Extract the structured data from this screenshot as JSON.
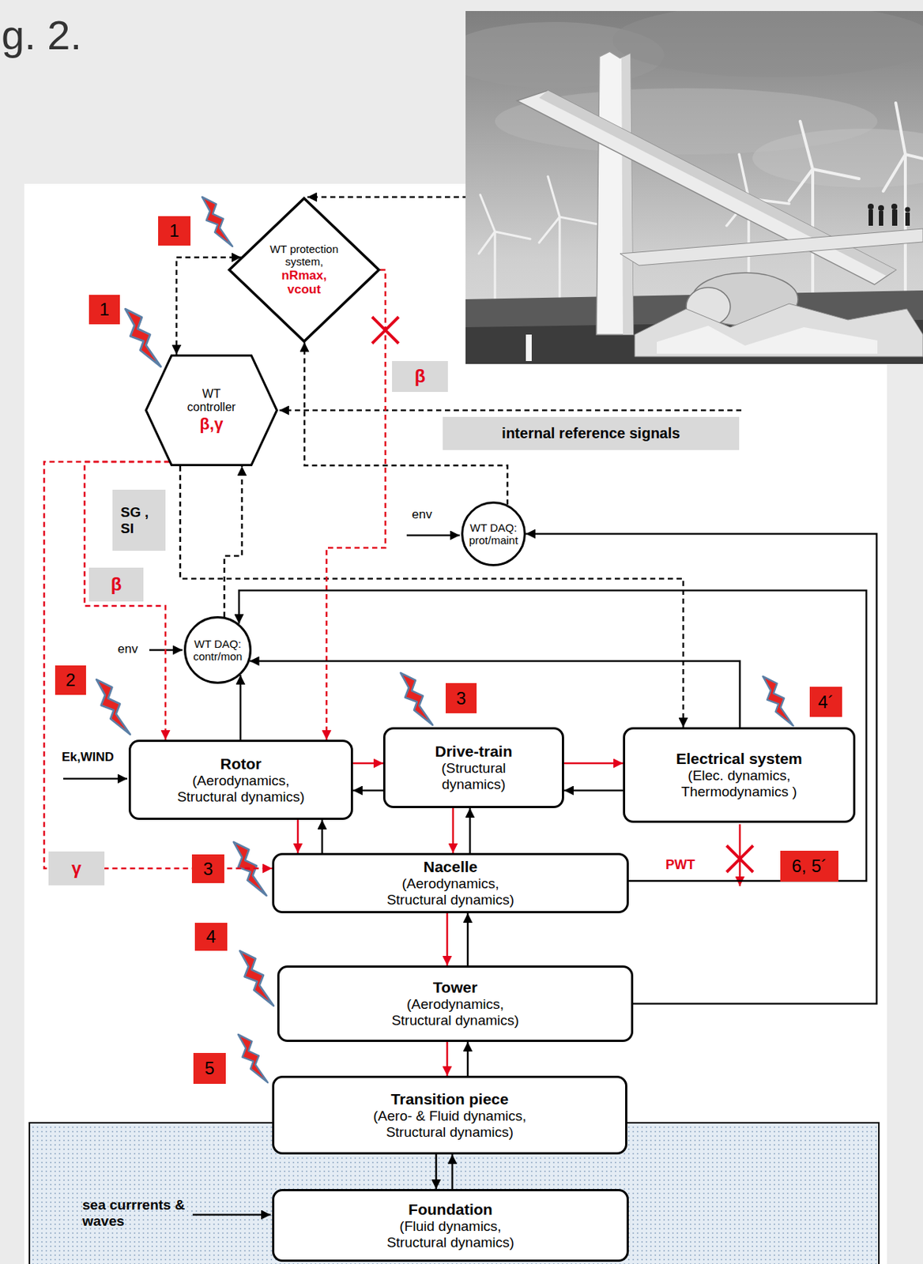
{
  "diagram": {
    "nodes": [
      {
        "text": [
          "WT protection system,",
          "nRmax,",
          "vcout"
        ]
      },
      {
        "text": [
          "WT controller",
          "β,γ"
        ]
      },
      {
        "text": [
          "WT DAQ: prot/maint"
        ]
      },
      {
        "text": [
          "WT DAQ: contr/mon"
        ]
      },
      {
        "text": [
          "Rotor",
          "(Aerodynamics, Structural dynamics)"
        ]
      },
      {
        "text": [
          "Drive-train",
          "(Structural dynamics)"
        ]
      },
      {
        "text": [
          "Electrical system",
          "(Elec. dynamics, Thermodynamics )"
        ]
      },
      {
        "text": [
          "Nacelle",
          "(Aerodynamics, Structural dynamics)"
        ]
      },
      {
        "text": [
          "Tower",
          "(Aerodynamics, Structural dynamics)"
        ]
      },
      {
        "text": [
          "Transition piece",
          "(Aero- & Fluid dynamics, Structural dynamics)"
        ]
      },
      {
        "text": [
          "Foundation",
          "(Fluid dynamics, Structural dynamics)"
        ]
      }
    ],
    "edges": [
      {
        "from": 1,
        "to": 0,
        "arrow": "both"
      },
      {
        "from": 2,
        "to": 0,
        "arrow": "to"
      },
      {
        "from": 3,
        "to": 1,
        "arrow": "to"
      },
      {
        "from": 1,
        "to": 6,
        "label": "SG , SI",
        "arrow": "to"
      },
      {
        "from": 1,
        "to": 4,
        "label": "β",
        "arrow": "to"
      },
      {
        "from": 1,
        "to": 7,
        "label": "γ",
        "arrow": "to"
      },
      {
        "from": 0,
        "to": 4,
        "label": "β",
        "arrow": "to"
      },
      {
        "from": 4,
        "to": 3,
        "arrow": "to"
      },
      {
        "from": 6,
        "to": 3,
        "arrow": "to"
      },
      {
        "from": 8,
        "to": 2,
        "arrow": "to"
      },
      {
        "from": 7,
        "to": 3,
        "arrow": "to"
      },
      {
        "from": 4,
        "to": 5,
        "arrow": "to"
      },
      {
        "from": 5,
        "to": 4,
        "arrow": "to"
      },
      {
        "from": 5,
        "to": 6,
        "arrow": "to"
      },
      {
        "from": 6,
        "to": 5,
        "arrow": "to"
      },
      {
        "from": 4,
        "to": 7,
        "arrow": "to"
      },
      {
        "from": 7,
        "to": 4,
        "arrow": "to"
      },
      {
        "from": 5,
        "to": 7,
        "arrow": "to"
      },
      {
        "from": 7,
        "to": 5,
        "arrow": "to"
      },
      {
        "from": 7,
        "to": 8,
        "arrow": "to"
      },
      {
        "from": 8,
        "to": 7,
        "arrow": "to"
      },
      {
        "from": 8,
        "to": 9,
        "arrow": "to"
      },
      {
        "from": 9,
        "to": 8,
        "arrow": "to"
      },
      {
        "from": 9,
        "to": 10,
        "arrow": "to"
      },
      {
        "from": 10,
        "to": 9,
        "arrow": "to"
      }
    ],
    "labels": [
      "g. 2.",
      "1",
      "1",
      "internal reference signals",
      "env",
      "2",
      "env",
      "3",
      "4´",
      "Ek,WIND",
      "3",
      "PWT",
      "6, 5´",
      "4",
      "5",
      "sea currrents & waves"
    ]
  }
}
